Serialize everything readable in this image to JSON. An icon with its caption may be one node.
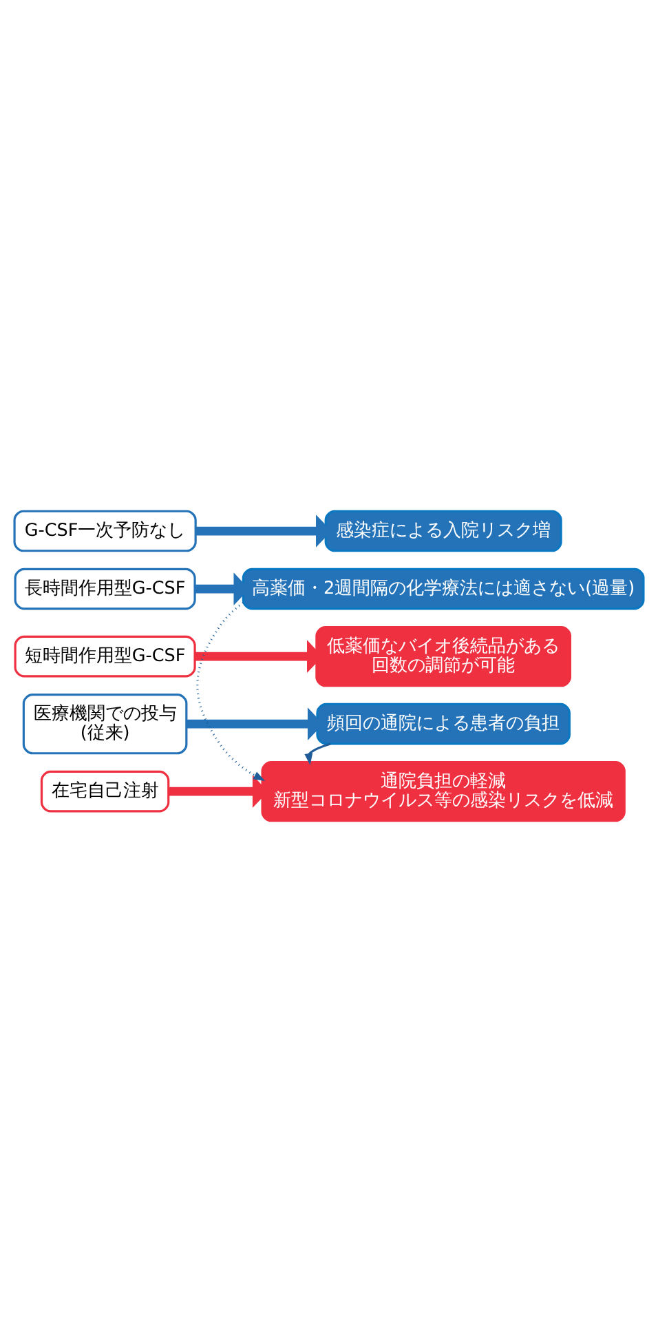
{
  "diagram": {
    "nodes": [
      {
        "text": [
          "G-CSF一次予防なし"
        ]
      },
      {
        "text": [
          "長時間作用型G-CSF"
        ]
      },
      {
        "text": [
          "短時間作用型G-CSF"
        ]
      },
      {
        "text": [
          "医療機関での投与",
          "(従来)"
        ]
      },
      {
        "text": [
          "在宅自己注射"
        ]
      },
      {
        "text": [
          "感染症による入院リスク増"
        ]
      },
      {
        "text": [
          "高薬価・2週間隔の化学療法には適さない(過量)"
        ]
      },
      {
        "text": [
          "低薬価なバイオ後続品がある",
          "回数の調節が可能"
        ]
      },
      {
        "text": [
          "頻回の通院による患者の負担"
        ]
      },
      {
        "text": [
          "通院負担の軽減",
          "新型コロナウイルス等の感染リスクを低減"
        ]
      }
    ],
    "edges": [
      {
        "from": 0,
        "to": 5,
        "arrow": "to"
      },
      {
        "from": 1,
        "to": 6,
        "arrow": "to"
      },
      {
        "from": 2,
        "to": 7,
        "arrow": "to",
        "color": "#ee3040"
      },
      {
        "from": 3,
        "to": 8,
        "arrow": "to"
      },
      {
        "from": 4,
        "to": 9,
        "arrow": "to",
        "color": "#ee3040"
      },
      {
        "from": 6,
        "to": 9,
        "arrow": "to",
        "style": "dashed",
        "color": "#1f5c99"
      },
      {
        "from": 8,
        "to": 9,
        "arrow": "to",
        "color": "#1f5c99"
      }
    ]
  }
}
